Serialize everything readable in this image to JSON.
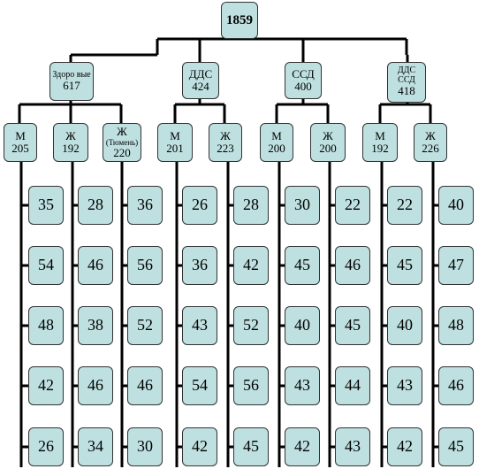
{
  "root": {
    "value": "1859"
  },
  "groups": [
    {
      "label": "Здоро вые",
      "value": "617",
      "subgroups": [
        {
          "label": "М",
          "value": "205",
          "values": [
            "35",
            "54",
            "48",
            "42",
            "26"
          ]
        },
        {
          "label": "Ж",
          "value": "192",
          "values": [
            "28",
            "46",
            "38",
            "46",
            "34"
          ]
        },
        {
          "label": "Ж",
          "note": "(Тюмень)",
          "value": "220",
          "values": [
            "36",
            "56",
            "52",
            "46",
            "30"
          ]
        }
      ]
    },
    {
      "label": "ДДС",
      "value": "424",
      "subgroups": [
        {
          "label": "М",
          "value": "201",
          "values": [
            "26",
            "36",
            "43",
            "54",
            "42"
          ]
        },
        {
          "label": "Ж",
          "value": "223",
          "values": [
            "28",
            "42",
            "52",
            "56",
            "45"
          ]
        }
      ]
    },
    {
      "label": "ССД",
      "value": "400",
      "subgroups": [
        {
          "label": "М",
          "value": "200",
          "values": [
            "30",
            "45",
            "40",
            "43",
            "42"
          ]
        },
        {
          "label": "Ж",
          "value": "200",
          "values": [
            "22",
            "46",
            "45",
            "44",
            "43"
          ]
        }
      ]
    },
    {
      "label": "ДДС ССД",
      "value": "418",
      "subgroups": [
        {
          "label": "М",
          "value": "192",
          "values": [
            "22",
            "45",
            "40",
            "43",
            "42"
          ]
        },
        {
          "label": "Ж",
          "value": "226",
          "values": [
            "40",
            "47",
            "48",
            "46",
            "45"
          ]
        }
      ]
    }
  ]
}
